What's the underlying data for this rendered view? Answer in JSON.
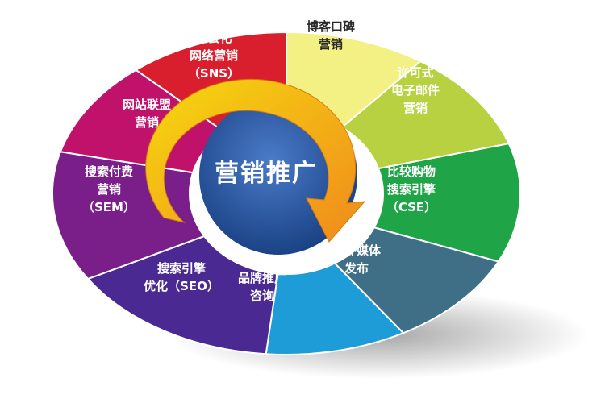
{
  "center": {
    "title": "营销推广"
  },
  "segments": [
    {
      "id": "blog",
      "lines": [
        "博客口碑",
        "营销"
      ],
      "color": "#f3f184",
      "dark_text": true
    },
    {
      "id": "email",
      "lines": [
        "许可式",
        "电子邮件",
        "营销"
      ],
      "color": "#b7d140",
      "dark_text": false
    },
    {
      "id": "cse",
      "lines": [
        "比较购物",
        "搜索引擎",
        "（CSE）"
      ],
      "color": "#1fa548",
      "dark_text": false
    },
    {
      "id": "overseas",
      "lines": [
        "海外媒体",
        "发布"
      ],
      "color": "#3f6e87",
      "dark_text": false
    },
    {
      "id": "brand",
      "lines": [
        "品牌推广",
        "咨询"
      ],
      "color": "#1e9cd8",
      "dark_text": false
    },
    {
      "id": "seo",
      "lines": [
        "搜索引擎",
        "优化（SEO）"
      ],
      "color": "#4a2a92",
      "dark_text": false
    },
    {
      "id": "sem",
      "lines": [
        "搜索付费",
        "营销",
        "（SEM）"
      ],
      "color": "#7a1e8a",
      "dark_text": false
    },
    {
      "id": "affiliate",
      "lines": [
        "网站联盟",
        "营销"
      ],
      "color": "#c0126a",
      "dark_text": false
    },
    {
      "id": "sns",
      "lines": [
        "社会化",
        "网络营销",
        "（SNS）"
      ],
      "color": "#d91f2e",
      "dark_text": false
    }
  ],
  "colors": {
    "center_fill": "#1e4f9c",
    "arrow_start": "#f6d90f",
    "arrow_end": "#f08a1c"
  }
}
